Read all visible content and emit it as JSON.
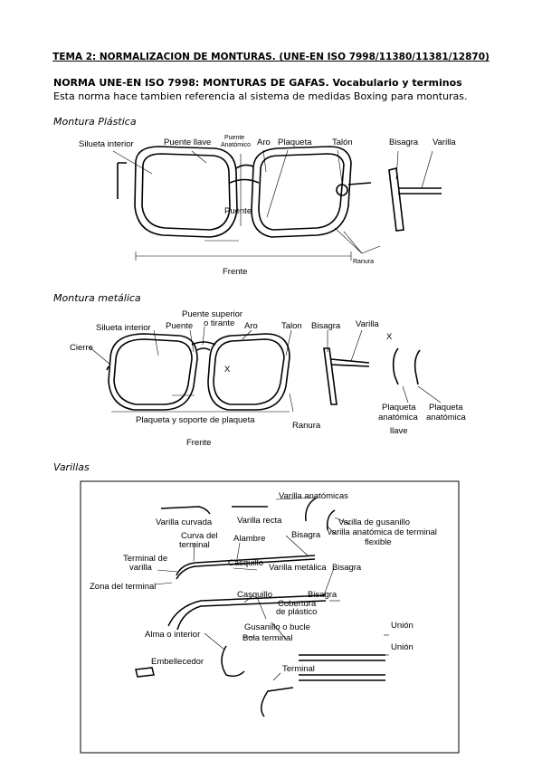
{
  "doc": {
    "title": "TEMA 2: NORMALIZACION DE MONTURAS. (UNE-EN ISO 7998/11380/11381/12870)",
    "norma_heading": "NORMA UNE-EN ISO 7998: MONTURAS DE GAFAS. Vocabulario y terminos",
    "description": "Esta norma hace tambien referencia al sistema de medidas Boxing para monturas."
  },
  "fig1": {
    "caption": "Montura Plástica",
    "labels": {
      "silueta": "Silueta interior",
      "puente_llave": "Puente llave",
      "puente_anat_1": "Puente",
      "puente_anat_2": "Anatómico",
      "aro": "Aro",
      "plaqueta": "Plaqueta",
      "talon": "Talón",
      "bisagra": "Bisagra",
      "varilla": "Varilla",
      "puente": "Puente",
      "ranura": "Ranura",
      "frente": "Frente"
    }
  },
  "fig2": {
    "caption": "Montura metálica",
    "labels": {
      "puente_sup_1": "Puente superior",
      "puente_sup_2": "o tirante",
      "silueta": "Silueta interior",
      "puente": "Puente",
      "aro": "Aro",
      "talon": "Talon",
      "bisagra": "Bisagra",
      "varilla": "Varilla",
      "cierre": "Cierre",
      "x1": "X",
      "x2": "X",
      "plaqueta_soporte": "Plaqueta y soporte de plaqueta",
      "ranura": "Ranura",
      "frente": "Frente",
      "plaq_anat_1": "Plaqueta",
      "plaq_anat_2": "anatómica",
      "plaq_anat_3": "llave",
      "plaq_anat2_1": "Plaqueta",
      "plaq_anat2_2": "anatómica"
    }
  },
  "fig3": {
    "caption": "Varillas",
    "labels": {
      "varilla_anatomicas": "Varilla anatómicas",
      "varilla_curvada": "Varilla curvada",
      "varilla_recta": "Varilla recta",
      "varilla_gusanillo": "Varilla de gusanillo",
      "varilla_anat_1": "varilla anatómica de terminal",
      "varilla_anat_2": "flexible",
      "curva_1": "Curva del",
      "curva_2": "terminal",
      "alambre": "Alambre",
      "bisagra1": "Bisagra",
      "terminal_1": "Terminal de",
      "terminal_2": "varilla",
      "casquillo1": "Casquillo",
      "varilla_metalica": "Varilla metálica",
      "bisagra2": "Bisagra",
      "zona_terminal": "Zona del terminal",
      "casquillo2": "Casquillo",
      "bisagra3": "Bisagra",
      "cobertura_1": "Cobertura",
      "cobertura_2": "de plástico",
      "gusanillo": "Gusanillo o bucle",
      "bola": "Bola terminal",
      "union1": "Unión",
      "alma": "Alma o interior",
      "union2": "Unión",
      "terminal": "Terminal",
      "embellecedor": "Embellecedor"
    }
  }
}
